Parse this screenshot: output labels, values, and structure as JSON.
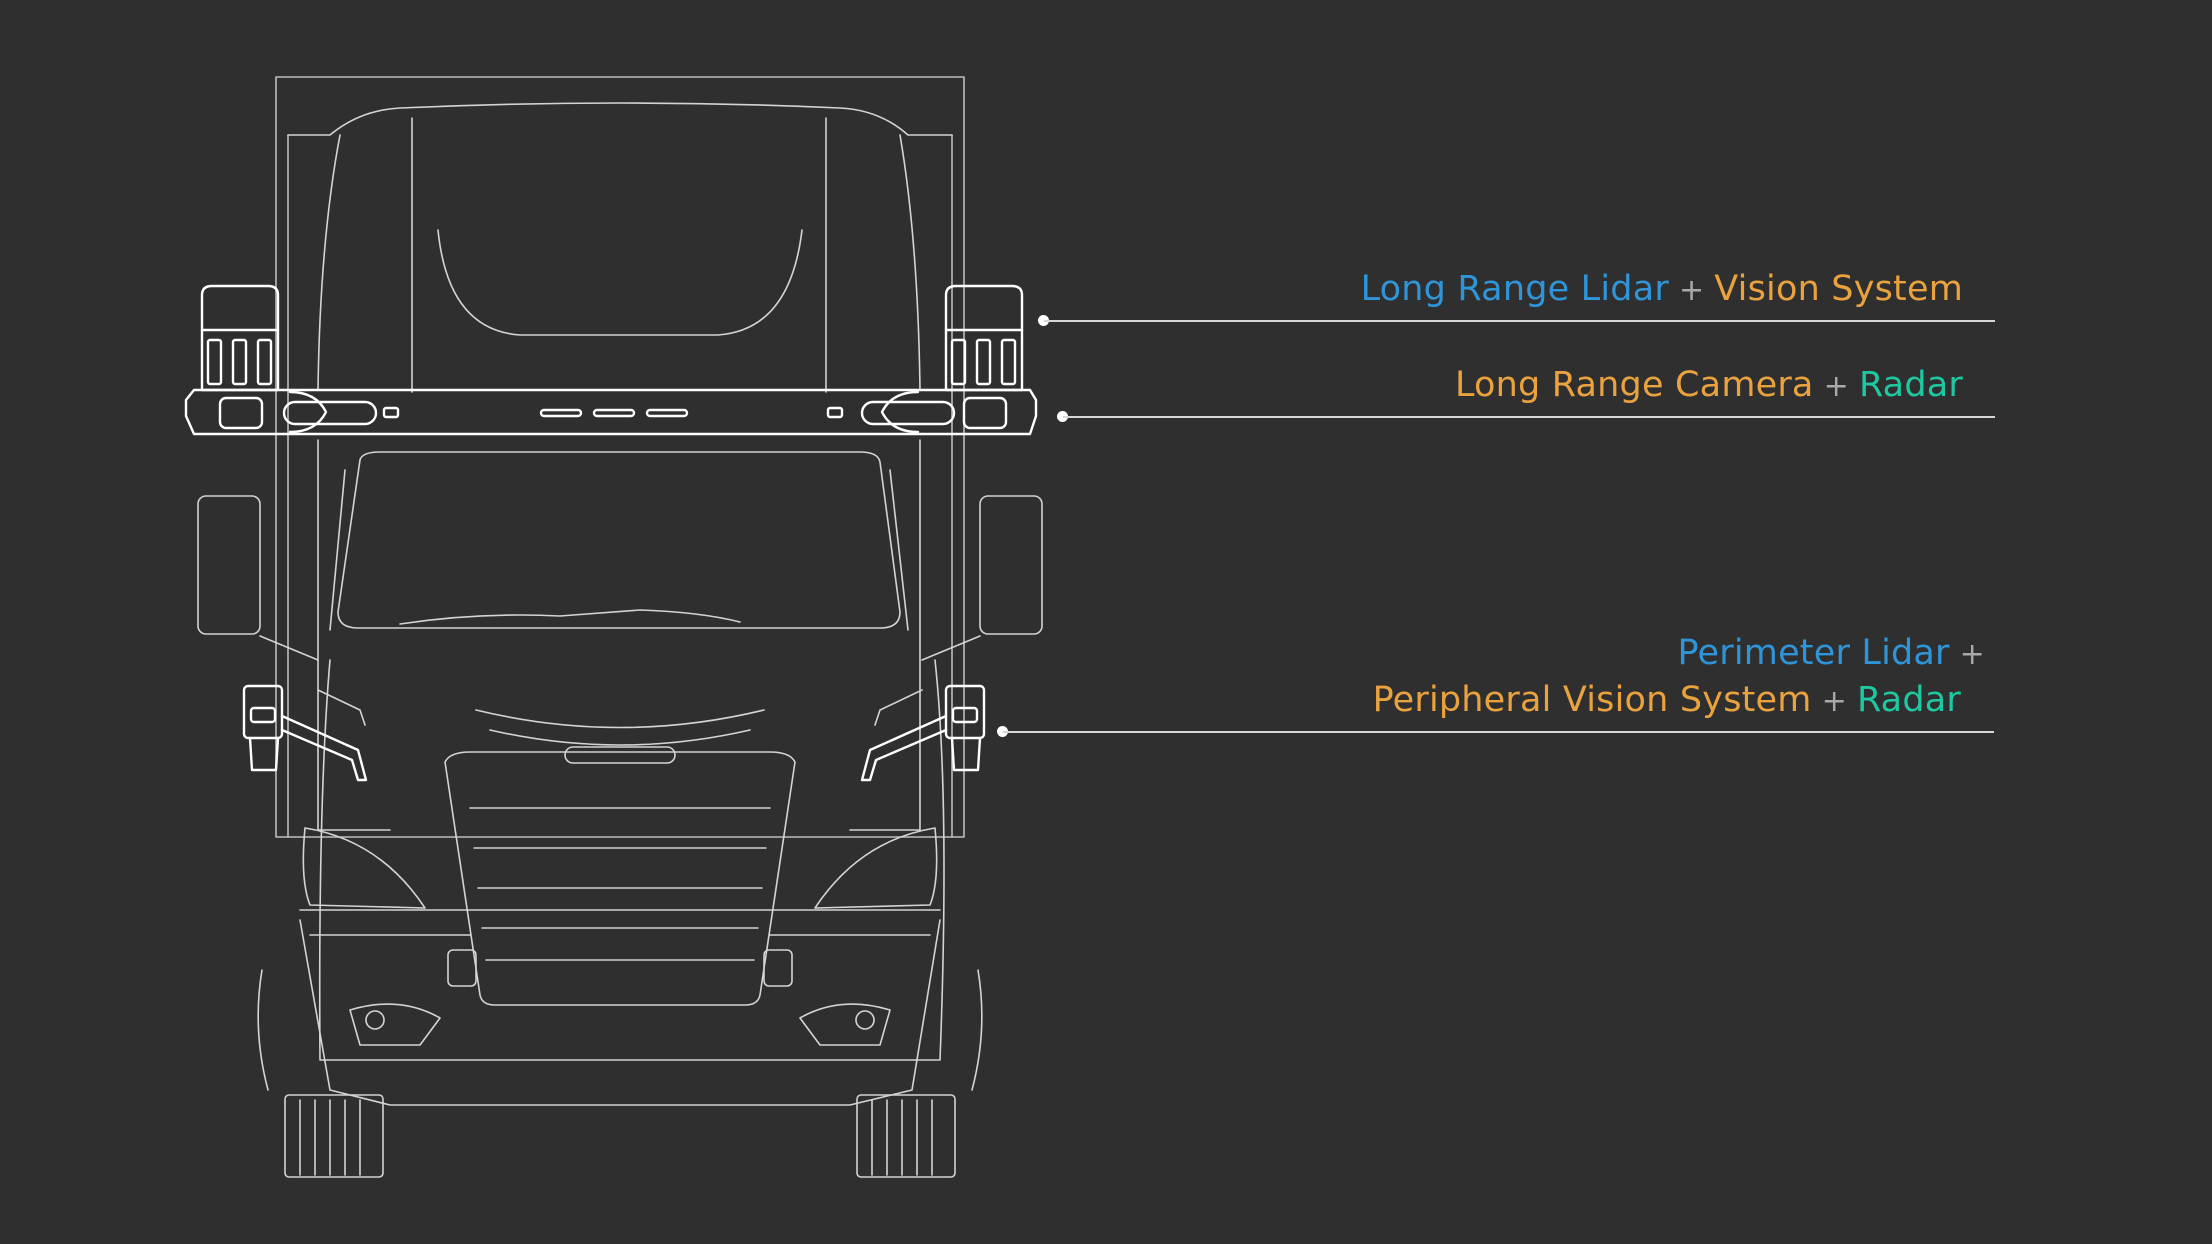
{
  "colors": {
    "background": "#2f2f2f",
    "lidar_blue": "#2f95d8",
    "vision_orange": "#eaa23f",
    "radar_green": "#1ec8a0",
    "line_art": "#d4d4d4",
    "plus_grey": "#a9a9a9"
  },
  "callouts": {
    "roof": {
      "part1": "Long Range Lidar",
      "plus": "+",
      "part2": "Vision System"
    },
    "bar": {
      "part1": "Long Range Camera",
      "plus": "+",
      "part2": "Radar"
    },
    "side": {
      "line1_part1": "Perimeter Lidar",
      "line1_plus": "+",
      "line2_part1": "Peripheral Vision System",
      "line2_plus": "+",
      "line2_part2": "Radar"
    }
  }
}
